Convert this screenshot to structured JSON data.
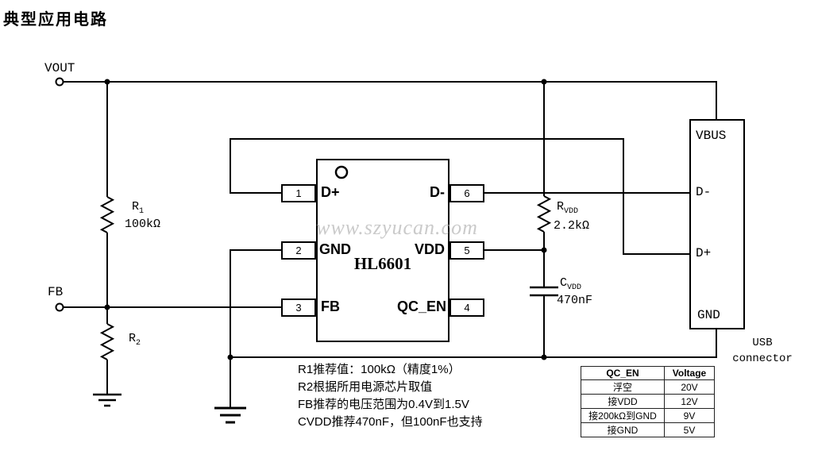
{
  "title": "典型应用电路",
  "watermark": "www.szyucan.com",
  "terminals": {
    "vout": "VOUT",
    "fb": "FB"
  },
  "ic": {
    "name": "HL6601",
    "pins": [
      {
        "num": "1",
        "label": "D+"
      },
      {
        "num": "2",
        "label": "GND"
      },
      {
        "num": "3",
        "label": "FB"
      },
      {
        "num": "6",
        "label": "D-"
      },
      {
        "num": "5",
        "label": "VDD"
      },
      {
        "num": "4",
        "label": "QC_EN"
      }
    ]
  },
  "components": {
    "r1": {
      "name": "R",
      "sub": "1",
      "value": "100kΩ"
    },
    "r2": {
      "name": "R",
      "sub": "2"
    },
    "rvdd": {
      "name": "R",
      "sub": "VDD",
      "value": "2.2kΩ"
    },
    "cvdd": {
      "name": "C",
      "sub": "VDD",
      "value": "470nF"
    }
  },
  "connector": {
    "pins": [
      "VBUS",
      "D-",
      "D+",
      "GND"
    ],
    "label_line1": "USB",
    "label_line2": "connector"
  },
  "notes": [
    "R1推荐值：100kΩ（精度1%）",
    "R2根据所用电源芯片取值",
    "FB推荐的电压范围为0.4V到1.5V",
    "CVDD推荐470nF，但100nF也支持"
  ],
  "table": {
    "headers": [
      "QC_EN",
      "Voltage"
    ],
    "rows": [
      [
        "浮空",
        "20V"
      ],
      [
        "接VDD",
        "12V"
      ],
      [
        "接200kΩ到GND",
        "9V"
      ],
      [
        "接GND",
        "5V"
      ]
    ]
  }
}
